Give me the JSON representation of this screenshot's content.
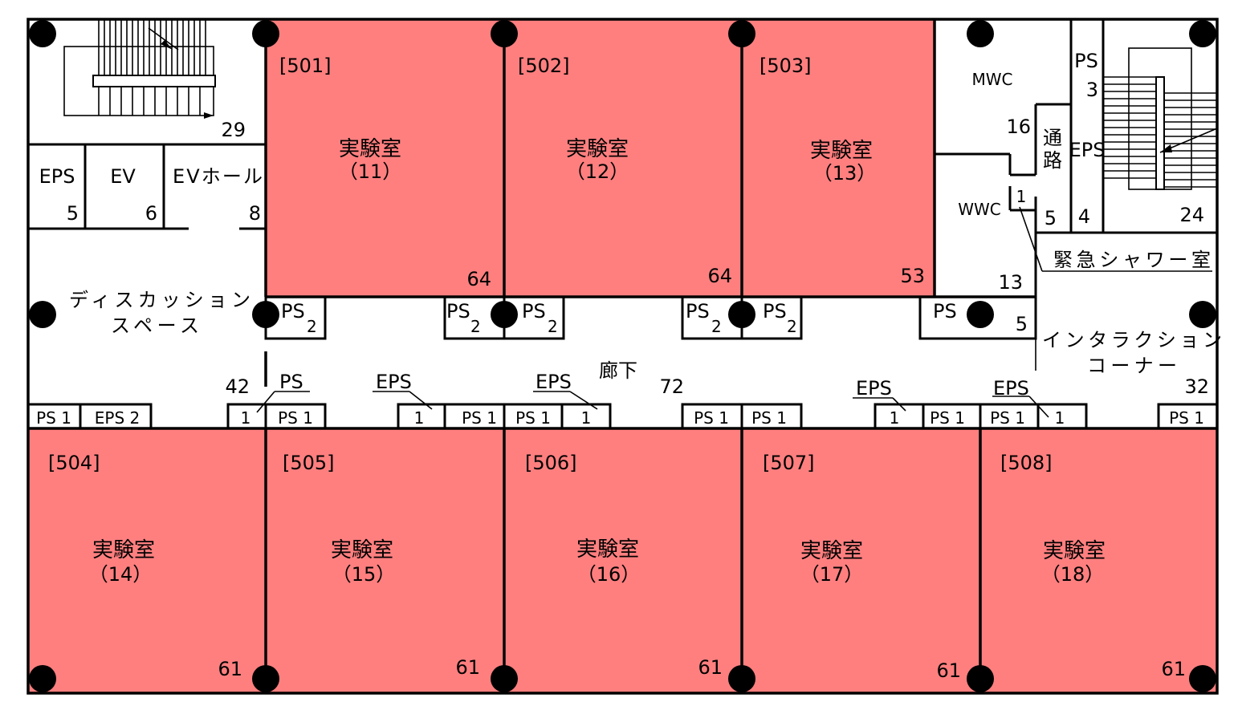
{
  "colors": {
    "lab_fill": "#ff7f7f",
    "wall": "#000000",
    "background": "#ffffff"
  },
  "labs_top": [
    {
      "id": "[501]",
      "name": "実験室",
      "num": "（11）",
      "area": "64"
    },
    {
      "id": "[502]",
      "name": "実験室",
      "num": "（12）",
      "area": "64"
    },
    {
      "id": "[503]",
      "name": "実験室",
      "num": "（13）",
      "area": "53"
    }
  ],
  "labs_bottom": [
    {
      "id": "[504]",
      "name": "実験室",
      "num": "（14）",
      "area": "61"
    },
    {
      "id": "[505]",
      "name": "実験室",
      "num": "（15）",
      "area": "61"
    },
    {
      "id": "[506]",
      "name": "実験室",
      "num": "（16）",
      "area": "61"
    },
    {
      "id": "[507]",
      "name": "実験室",
      "num": "（17）",
      "area": "61"
    },
    {
      "id": "[508]",
      "name": "実験室",
      "num": "（18）",
      "area": "61"
    }
  ],
  "northwest": {
    "stair_area": "29",
    "eps": "EPS",
    "eps_area": "5",
    "ev": "EV",
    "ev_area": "6",
    "ev_hall": "EVホール",
    "ev_hall_area": "8"
  },
  "discussion": {
    "line1": "ディスカッション",
    "line2": "スペース"
  },
  "northeast": {
    "mwc": "MWC",
    "mwc_area": "16",
    "wwc": "WWC",
    "wwc_area": "13",
    "passage": "通路",
    "passage_area": "5",
    "eps": "EPS",
    "eps_area": "4",
    "ps": "PS",
    "ps_area": "3",
    "shower_num": "1",
    "shower": "緊急シャワー室",
    "stair_area": "24"
  },
  "corridor": {
    "label": "廊下",
    "area": "72",
    "interaction_line1": "インタラクション",
    "interaction_line2": "コーナー",
    "interaction_area": "32",
    "discussion_area": "42"
  },
  "shafts": {
    "ps": "PS",
    "sub2": "2",
    "ps_right_area": "5",
    "eps": "EPS",
    "eps2": "EPS 2",
    "ps1": "PS 1",
    "one": "1"
  }
}
